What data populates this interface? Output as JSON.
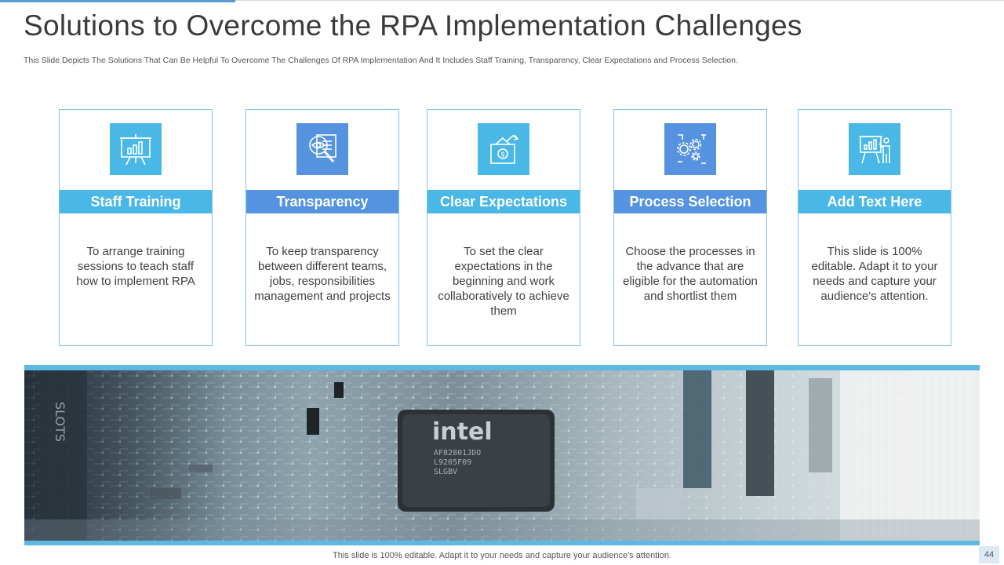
{
  "slide": {
    "title": "Solutions to Overcome the RPA Implementation Challenges",
    "subtitle": "This Slide Depicts The Solutions That Can Be Helpful To Overcome The Challenges Of RPA Implementation And It Includes Staff Training, Transparency, Clear Expectations and Process Selection.",
    "footer_note": "This slide is 100% editable. Adapt it to your needs and capture your audience's attention.",
    "page_number": "44"
  },
  "photo": {
    "chip_brand": "intel",
    "chip_code_1": "AF82801JDO",
    "chip_code_2": "L9205F09",
    "chip_code_3": "SLGBV",
    "slot_text": "SLOTS"
  },
  "cards": [
    {
      "heading": "Staff Training",
      "text": "To arrange training sessions to teach staff how to implement RPA",
      "icon": "presentation-chart-icon",
      "color": "#4ab8e6"
    },
    {
      "heading": "Transparency",
      "text": "To keep transparency between different teams, jobs, responsibilities management and projects",
      "icon": "eye-magnifier-icon",
      "color": "#5592e0"
    },
    {
      "heading": "Clear Expectations",
      "text": "To set the clear expectations in the beginning and work collaboratively to achieve them",
      "icon": "growth-money-icon",
      "color": "#4ab8e6"
    },
    {
      "heading": "Process Selection",
      "text": "Choose the processes in the advance that are eligible for the automation and shortlist them",
      "icon": "gears-process-icon",
      "color": "#5592e0"
    },
    {
      "heading": "Add Text Here",
      "text": "This slide is 100% editable. Adapt it to your needs and capture your audience's attention.",
      "icon": "presenter-board-icon",
      "color": "#4ab8e6"
    }
  ]
}
